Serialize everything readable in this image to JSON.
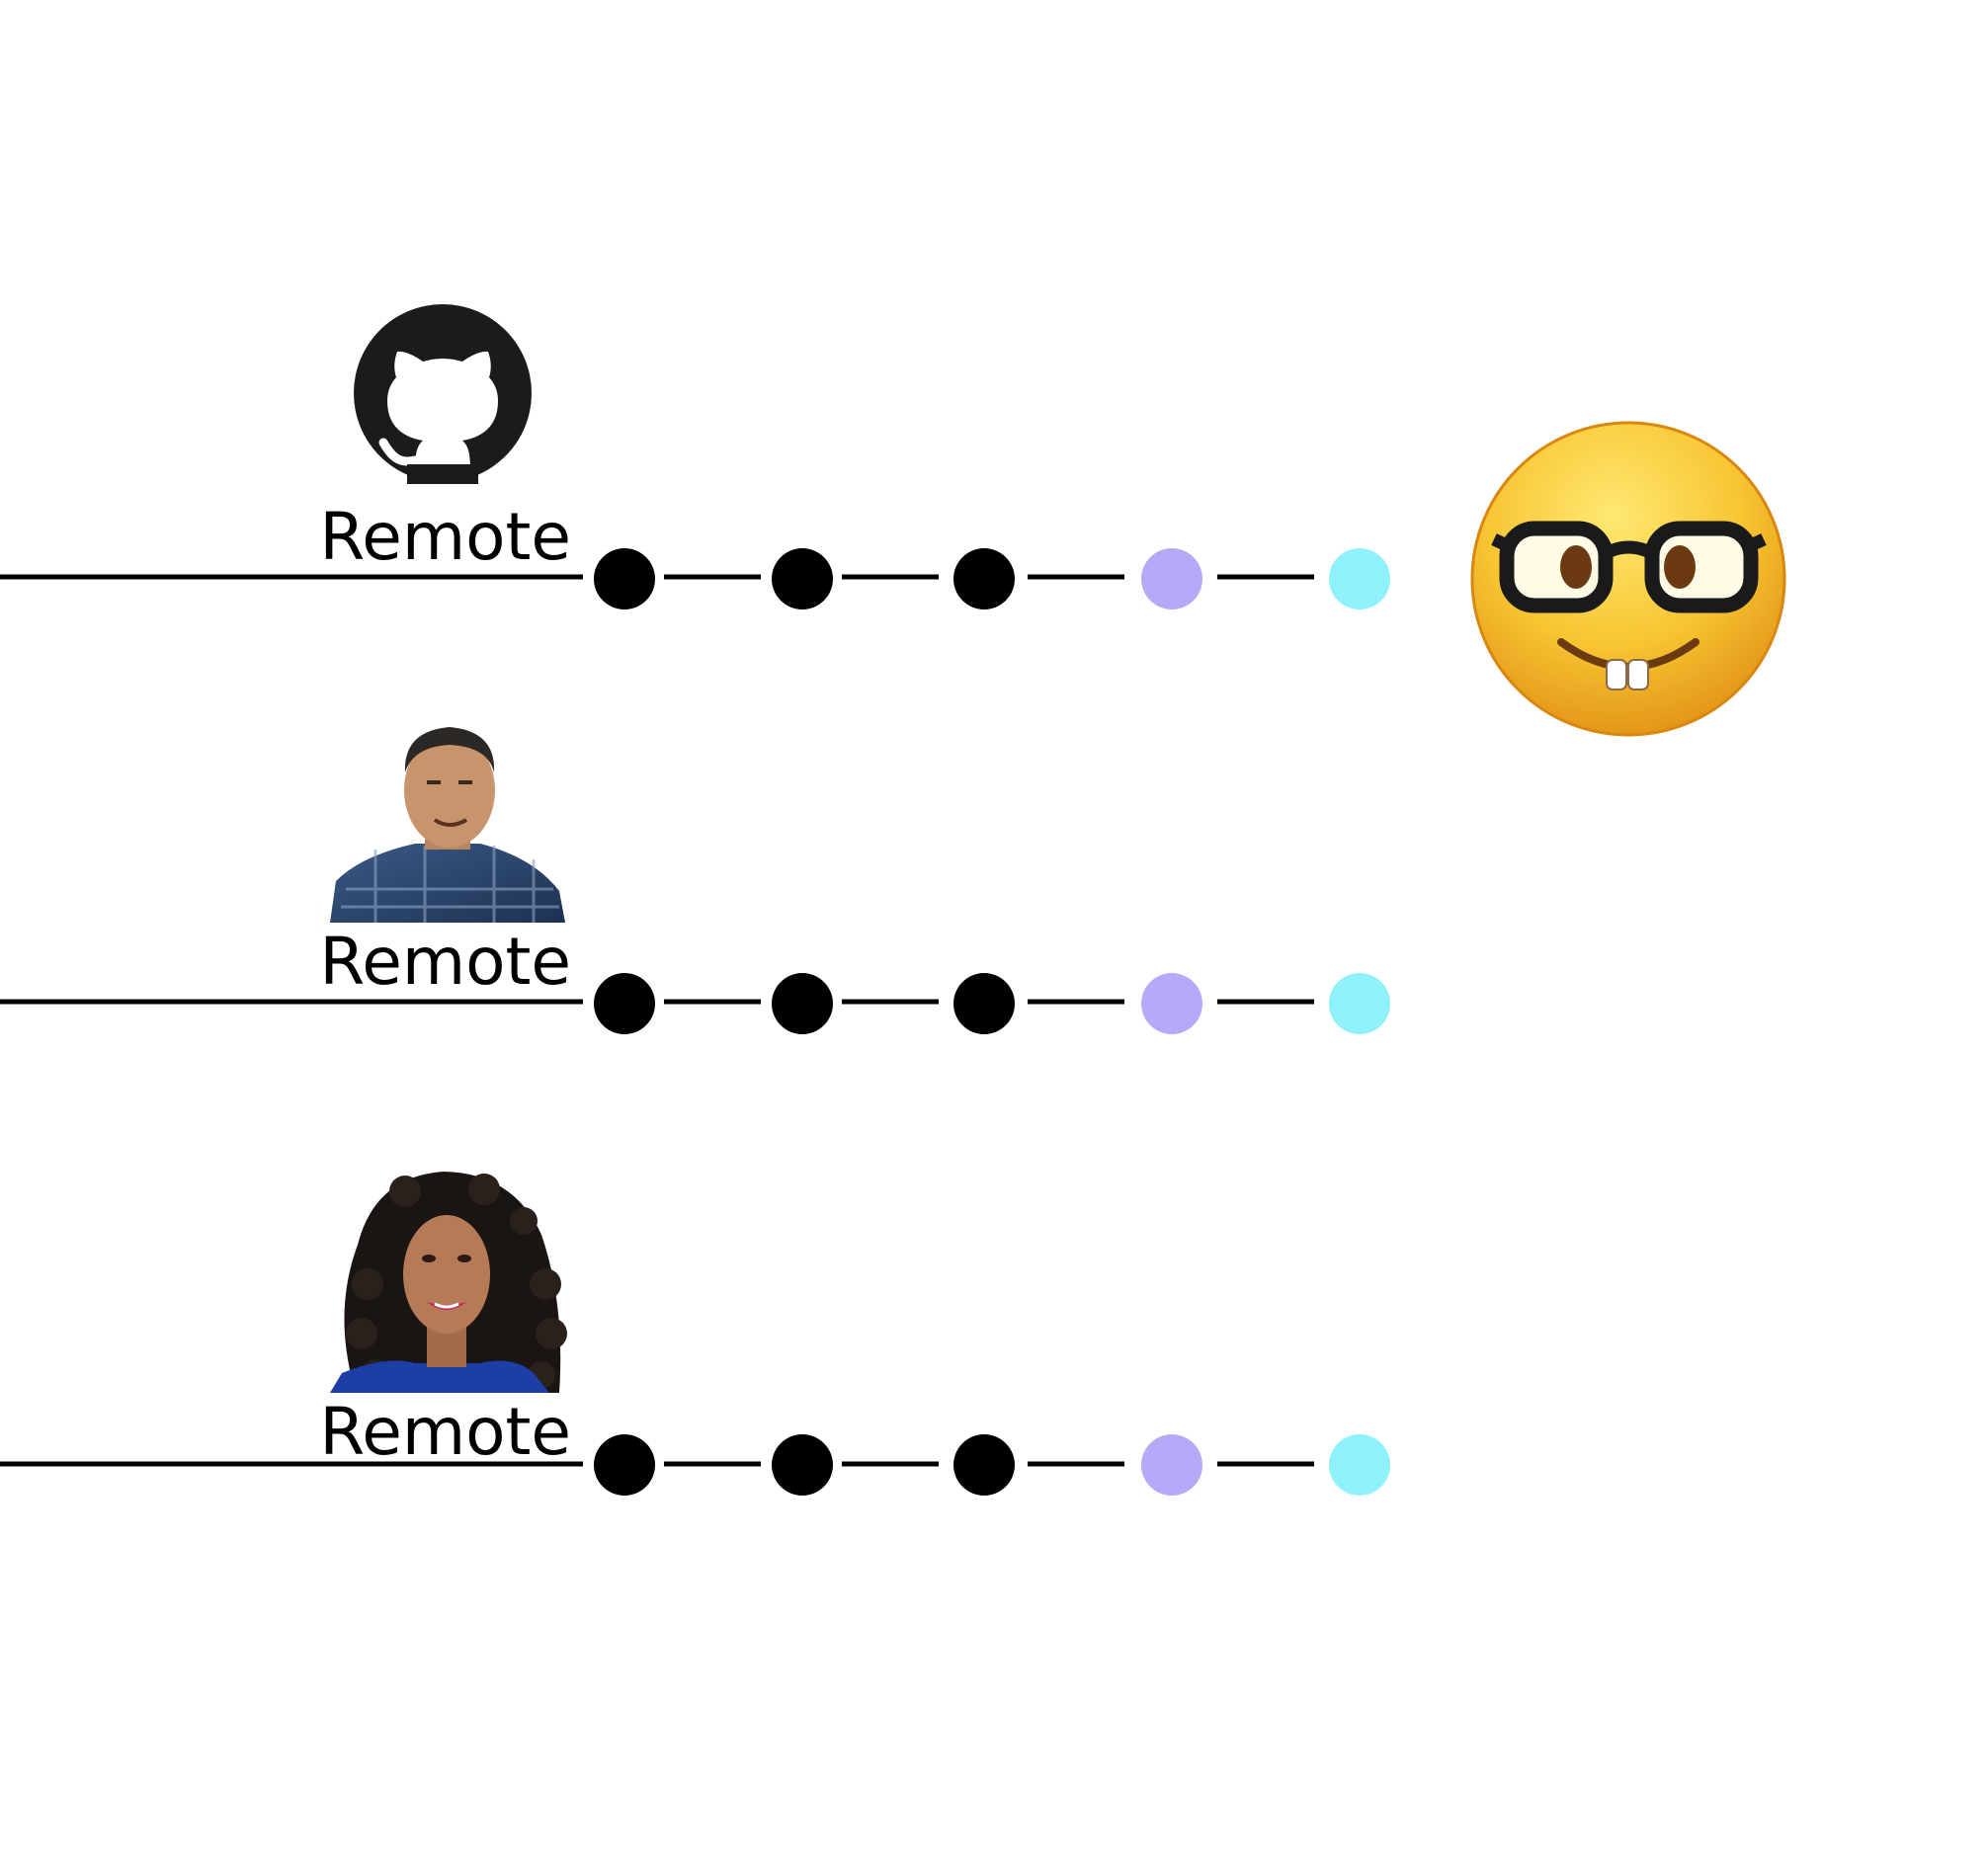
{
  "rows": [
    {
      "label": "Remote",
      "avatar_icon": "github-octocat-icon",
      "commits": [
        "black",
        "black",
        "black",
        "lavender",
        "cyan"
      ]
    },
    {
      "label": "Remote",
      "avatar_icon": "person-photo-man",
      "commits": [
        "black",
        "black",
        "black",
        "lavender",
        "cyan"
      ]
    },
    {
      "label": "Remote",
      "avatar_icon": "person-photo-woman",
      "commits": [
        "black",
        "black",
        "black",
        "lavender",
        "cyan"
      ]
    }
  ],
  "local_user_icon": "nerd-face-emoji-icon",
  "colors": {
    "line": "#000000",
    "black": "#000000",
    "lavender": "#b8a9f8",
    "cyan": "#8ef1fb"
  }
}
